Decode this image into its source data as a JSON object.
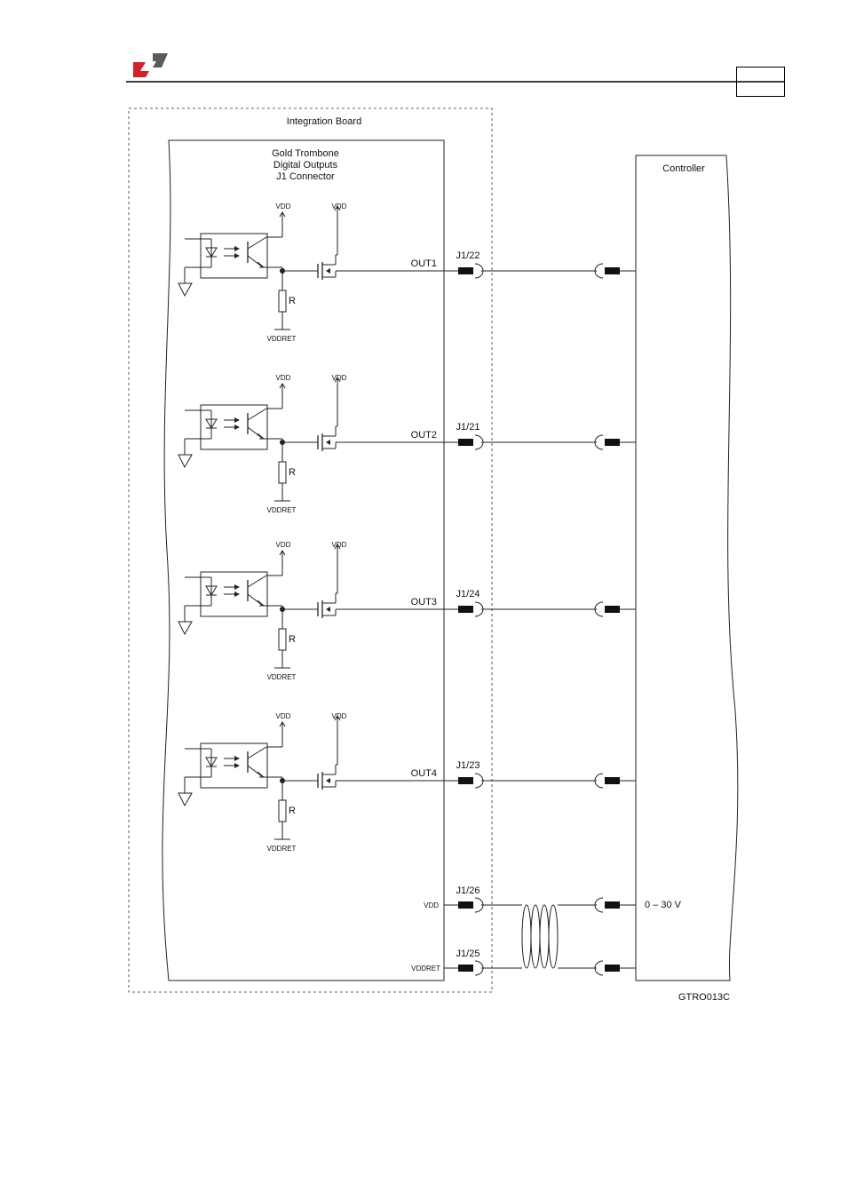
{
  "colors": {
    "logo_red": "#d4202a",
    "logo_grey": "#5a5a5a",
    "line": "#222222"
  },
  "integration_board_label": "Integration Board",
  "module_title": [
    "Gold Trombone",
    "Digital Outputs",
    "J1 Connector"
  ],
  "controller_label": "Controller",
  "voltage_label": "0 – 30 V",
  "figure_id": "GTRO013C",
  "channels": [
    {
      "out": "OUT1",
      "pin": "J1/22",
      "vdd": "VDD",
      "vddret": "VDDRET",
      "resistor": "R"
    },
    {
      "out": "OUT2",
      "pin": "J1/21",
      "vdd": "VDD",
      "vddret": "VDDRET",
      "resistor": "R"
    },
    {
      "out": "OUT3",
      "pin": "J1/24",
      "vdd": "VDD",
      "vddret": "VDDRET",
      "resistor": "R"
    },
    {
      "out": "OUT4",
      "pin": "J1/23",
      "vdd": "VDD",
      "vddret": "VDDRET",
      "resistor": "R"
    }
  ],
  "supply": [
    {
      "name": "VDD",
      "pin": "J1/26"
    },
    {
      "name": "VDDRET",
      "pin": "J1/25"
    }
  ]
}
